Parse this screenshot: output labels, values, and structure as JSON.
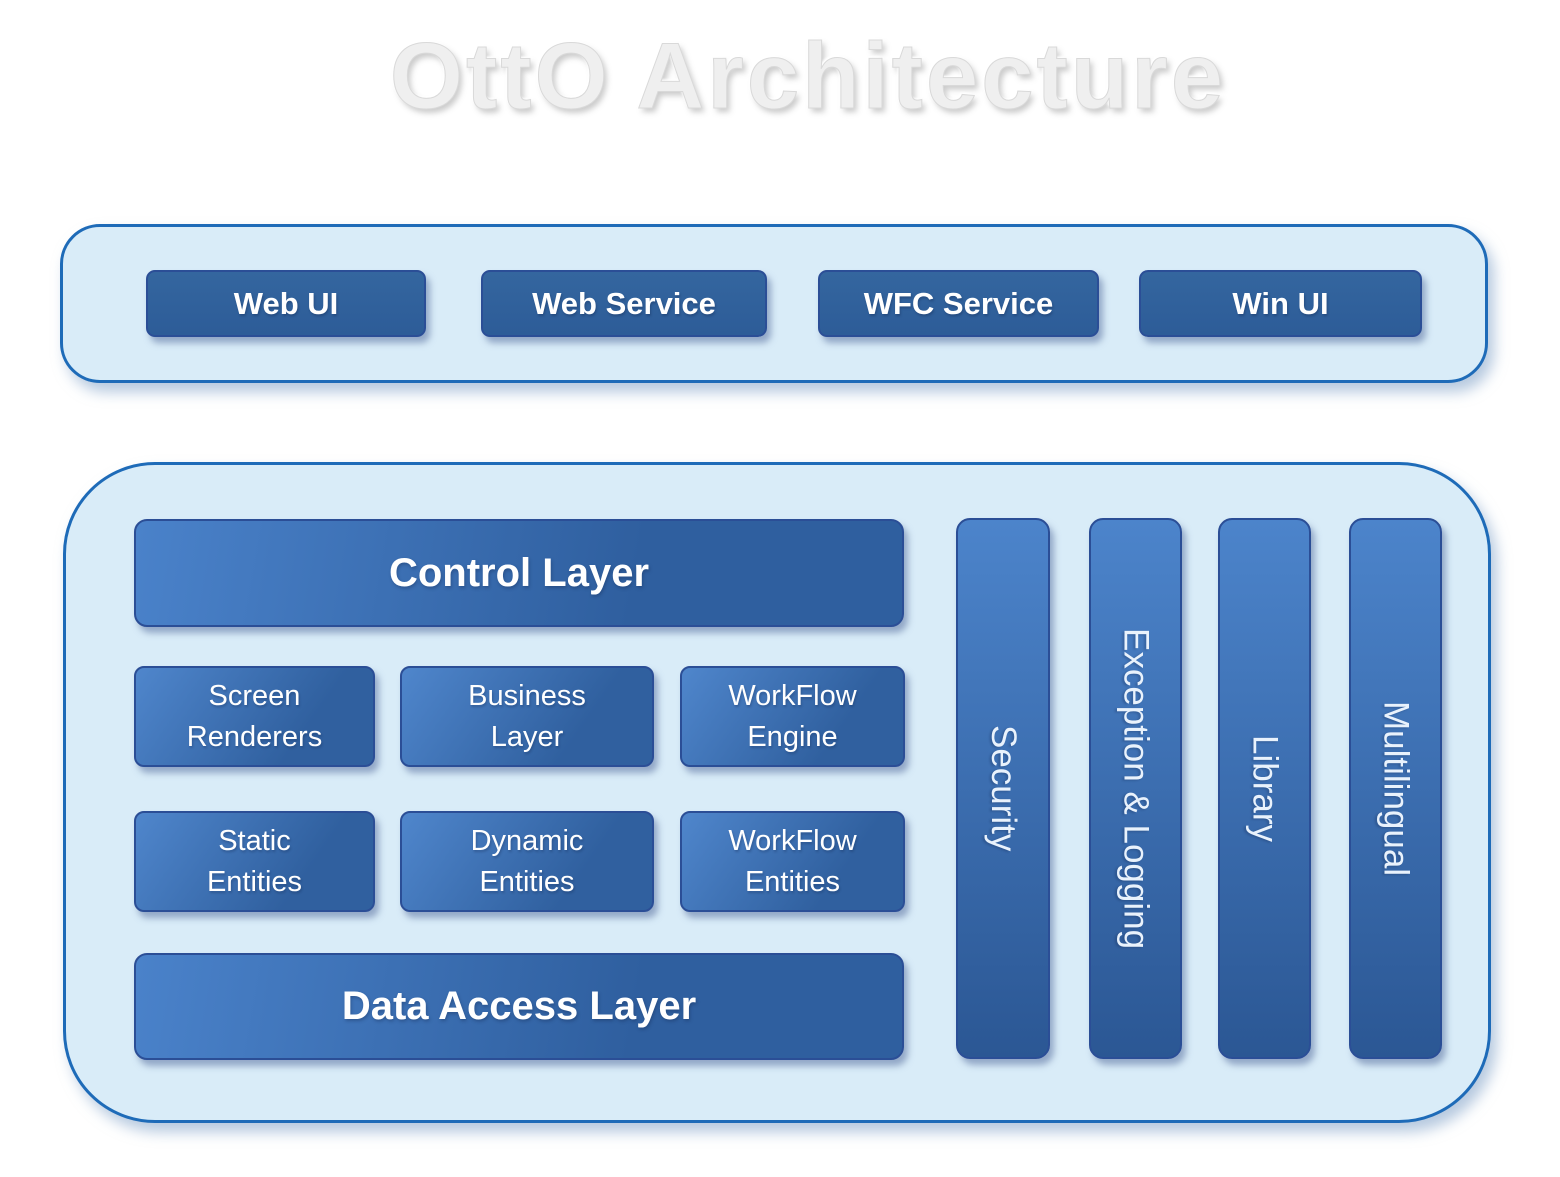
{
  "title": "OttO Architecture",
  "colors": {
    "panel_fill": "#d9ecf8",
    "panel_border": "#1e6bb8",
    "box_gradient_light": "#4a82ca",
    "box_gradient_dark": "#2e5e9e",
    "button_fill": "#305f9e",
    "label_text": "#ffffff"
  },
  "presentation_tier": {
    "items": [
      {
        "label": "Web UI"
      },
      {
        "label": "Web Service"
      },
      {
        "label": "WFC Service"
      },
      {
        "label": "Win UI"
      }
    ]
  },
  "application_tier": {
    "control_layer": {
      "label": "Control Layer"
    },
    "modules": [
      {
        "line1": "Screen",
        "line2": "Renderers"
      },
      {
        "line1": "Business",
        "line2": "Layer"
      },
      {
        "line1": "WorkFlow",
        "line2": "Engine"
      },
      {
        "line1": "Static",
        "line2": "Entities"
      },
      {
        "line1": "Dynamic",
        "line2": "Entities"
      },
      {
        "line1": "WorkFlow",
        "line2": "Entities"
      }
    ],
    "data_access_layer": {
      "label": "Data Access Layer"
    },
    "cross_cutting": [
      {
        "label": "Security"
      },
      {
        "label": "Exception & Logging"
      },
      {
        "label": "Library"
      },
      {
        "label": "Multilingual"
      }
    ]
  }
}
